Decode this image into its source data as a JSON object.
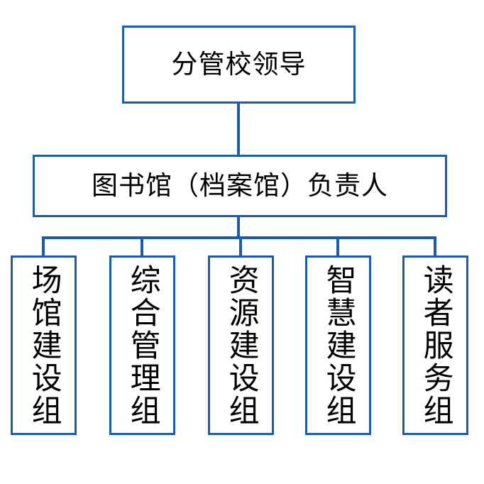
{
  "diagram": {
    "type": "organization-chart",
    "orientation": "top-down",
    "colors": {
      "border": "#1f5bad",
      "connector": "#1f5bad",
      "box_fill": "#ffffff",
      "text": "#000000",
      "background": "#ffffff"
    },
    "levels": [
      {
        "level": 1,
        "nodes": [
          {
            "id": "top",
            "label": "分管校领导",
            "text_direction": "horizontal"
          }
        ]
      },
      {
        "level": 2,
        "nodes": [
          {
            "id": "mid",
            "label": "图书馆（档案馆）负责人",
            "text_direction": "horizontal"
          }
        ]
      },
      {
        "level": 3,
        "nodes": [
          {
            "id": "leaf-0",
            "label": "场馆建设组",
            "text_direction": "vertical"
          },
          {
            "id": "leaf-1",
            "label": "综合管理组",
            "text_direction": "vertical"
          },
          {
            "id": "leaf-2",
            "label": "资源建设组",
            "text_direction": "vertical"
          },
          {
            "id": "leaf-3",
            "label": "智慧建设组",
            "text_direction": "vertical"
          },
          {
            "id": "leaf-4",
            "label": "读者服务组",
            "text_direction": "vertical"
          }
        ]
      }
    ],
    "edges": [
      {
        "from": "top",
        "to": "mid",
        "style": "straight-vertical"
      },
      {
        "from": "mid",
        "to": "leaf-0",
        "style": "elbow"
      },
      {
        "from": "mid",
        "to": "leaf-1",
        "style": "elbow"
      },
      {
        "from": "mid",
        "to": "leaf-2",
        "style": "elbow"
      },
      {
        "from": "mid",
        "to": "leaf-3",
        "style": "elbow"
      },
      {
        "from": "mid",
        "to": "leaf-4",
        "style": "elbow"
      }
    ]
  }
}
